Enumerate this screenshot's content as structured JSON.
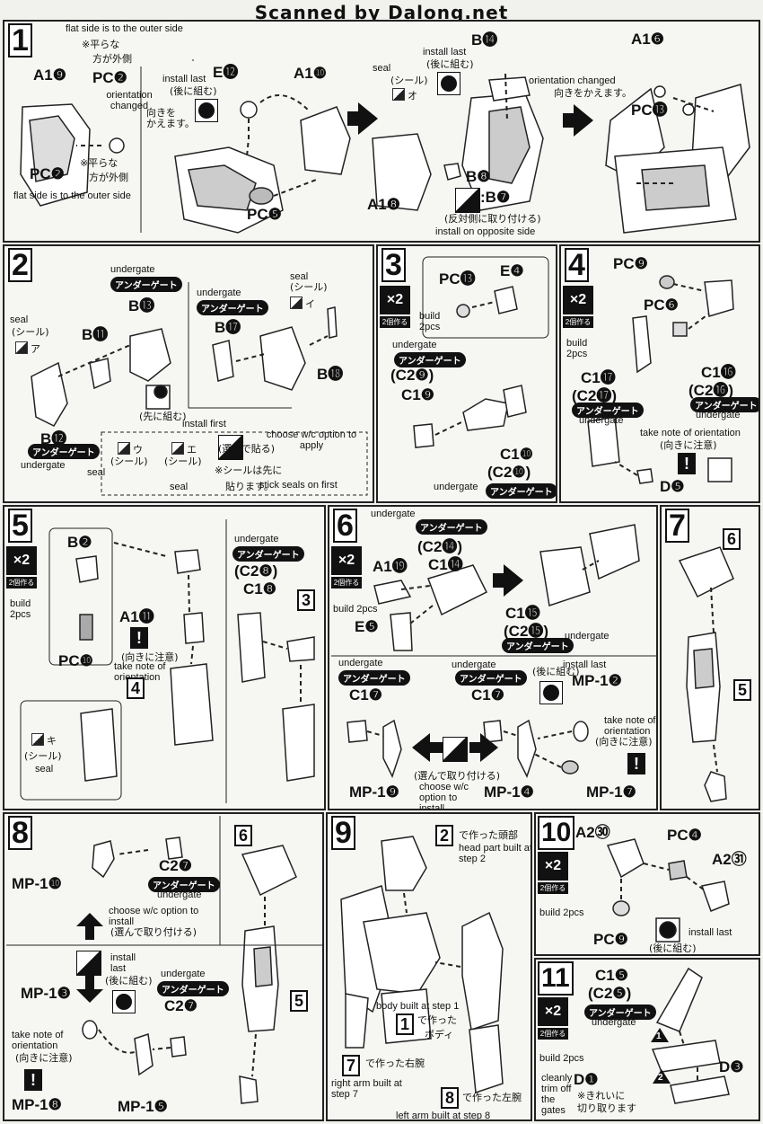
{
  "header": {
    "scanned": "Scanned by Dalong.net"
  },
  "common": {
    "undergate_jp": "アンダーゲート",
    "undergate": "undergate",
    "x2": "×2",
    "build2_jp": "2個作る",
    "seal_jp": "(シール)",
    "seal": "seal",
    "install_last": "install last",
    "install_last_jp": "(後に組む)",
    "orientation_jp": "(向きに注意)",
    "take_note": "take note of orientation"
  },
  "step1": {
    "num": "1",
    "flat_top": "flat side is to the outer side",
    "flat_jp_a": "※平らな",
    "flat_jp_b": "方が外側",
    "pc2a": "PC❷",
    "a19": "A1❾",
    "orientation_changed": "orientation changed",
    "orient_jp_a": "向きを",
    "orient_jp_b": "かえます。",
    "pc2b": "PC❷",
    "flat_jp_c": "※平らな",
    "flat_jp_d": "方が外側",
    "flat_bottom": "flat side is to the outer side",
    "e12": "E⓬",
    "install_last": "install last",
    "install_last_jp": "(後に組む)",
    "a110": "A1❿",
    "pc5": "PC❺",
    "seal": "seal",
    "seal_jp": "(シール)",
    "seal_o": "オ",
    "install_last2": "install last",
    "install_last2_jp": "(後に組む)",
    "b14": "B⓮",
    "b8": "B❽",
    "b7": ":B❼",
    "opposite_jp": "(反対側に取り付ける)",
    "opposite": "install on opposite side",
    "a18": "A1❽",
    "orientation_changed2": "orientation changed",
    "orient2_jp": "向きをかえます。",
    "a16": "A1❻",
    "pc13": "PC⓭"
  },
  "step2": {
    "num": "2",
    "seal": "seal",
    "seal_jp": "(シール)",
    "seal_a": "ア",
    "b11": "B⓫",
    "undergate_top": "undergate",
    "b13": "B⓭",
    "undergate2": "undergate",
    "b17": "B⓱",
    "seal2": "seal",
    "seal2_jp": "(シール)",
    "seal_i": "イ",
    "b18": "B⓲",
    "b12": "B⓬",
    "undergate_bottom": "undergate",
    "first_jp": "(先に組む)",
    "install_first": "install first",
    "seal_u": "ウ",
    "seal_e": "エ",
    "seal3": "seal",
    "seal4": "seal",
    "choose_apply": "choose w/c option to apply",
    "choose_jp": "(選んで貼る)",
    "stick_jp_a": "※シールは先に",
    "stick_jp_b": "貼ります。",
    "stick_first": "stick seals on first"
  },
  "step3": {
    "num": "3",
    "build": "build",
    "pcs": "2pcs",
    "pc13": "PC⓭",
    "e4": "E❹",
    "undergate": "undergate",
    "c29": "(C2❾)",
    "c19": "C1❾",
    "c110": "C1❿",
    "c210": "(C2❿)",
    "undergate2": "undergate"
  },
  "step4": {
    "num": "4",
    "pc9": "PC❾",
    "pc6": "PC❻",
    "build": "build",
    "pcs": "2pcs",
    "c117": "C1⓱",
    "c217": "(C2⓱)",
    "c116": "C1⓰",
    "c216": "(C2⓰)",
    "undergate_l": "undergate",
    "undergate_r": "undergate",
    "take_note": "take note of orientation",
    "orient_jp": "(向きに注意)",
    "d5": "D❺"
  },
  "step5": {
    "num": "5",
    "build": "build",
    "pcs": "2pcs",
    "b2": "B❷",
    "pc10": "PC❿",
    "a111": "A1⓫",
    "orient_jp": "(向きに注意)",
    "take_note": "take note of orientation",
    "sq4": "4",
    "seal_ki": "キ",
    "seal_jp": "(シール)",
    "seal": "seal",
    "undergate": "undergate",
    "c28": "(C2❽)",
    "c18": "C1❽",
    "sq3": "3"
  },
  "step6": {
    "num": "6",
    "undergate": "undergate",
    "c214": "(C2⓮)",
    "c114": "C1⓮",
    "a119": "A1⓳",
    "build": "build 2pcs",
    "e5": "E❺",
    "c115": "C1⓯",
    "c215": "(C2⓯)",
    "undergate2": "undergate",
    "undergate3": "undergate",
    "c17a": "C1❼",
    "undergate4": "undergate",
    "c17b": "C1❼",
    "install_last": "install last",
    "install_last_jp": "(後に組む)",
    "mp12": "MP-1❷",
    "take_note": "take note of orientation",
    "orient_jp": "(向きに注意)",
    "choose_jp": "(選んで取り付ける)",
    "choose": "choose w/c option to install",
    "mp19": "MP-1❾",
    "mp14": "MP-1❹",
    "mp17": "MP-1❼"
  },
  "step7": {
    "num": "7",
    "sq6": "6",
    "sq5": "5"
  },
  "step8": {
    "num": "8",
    "mp110": "MP-1❿",
    "c27": "C2❼",
    "undergate": "undergate",
    "choose": "choose w/c option to install",
    "choose_jp": "(選んで取り付ける)",
    "install_last": "install last",
    "install_last_jp": "(後に組む)",
    "mp13": "MP-1❸",
    "undergate2": "undergate",
    "c27b": "C2❼",
    "take_note": "take note of orientation",
    "orient_jp": "(向きに注意)",
    "mp18": "MP-1❽",
    "mp15": "MP-1❺",
    "sq6": "6",
    "sq5": "5"
  },
  "step9": {
    "num": "9",
    "sq2": "2",
    "head_jp": "で作った頭部",
    "head": "head part built at step 2",
    "body": "body built at step 1",
    "sq1": "1",
    "body_jp_a": "で作った",
    "body_jp_b": "ボディ",
    "sq7": "7",
    "rarm_jp": "で作った右腕",
    "rarm": "right arm built at step 7",
    "sq8": "8",
    "larm_jp": "で作った左腕",
    "larm": "left arm built at step 8"
  },
  "step10": {
    "num": "10",
    "build": "build 2pcs",
    "a230": "A2㉚",
    "pc4": "PC❹",
    "a231": "A2㉛",
    "pc9": "PC❾",
    "install_last_jp": "(後に組む)",
    "install_last": "install last"
  },
  "step11": {
    "num": "11",
    "build": "build 2pcs",
    "c15": "C1❺",
    "c25": "(C2❺)",
    "undergate": "undergate",
    "d3": "D❸",
    "d1": "D❶",
    "trim": "cleanly trim off the gates",
    "trim_jp_a": "※きれいに",
    "trim_jp_b": "切り取ります",
    "n1": "1",
    "n2": "2"
  }
}
